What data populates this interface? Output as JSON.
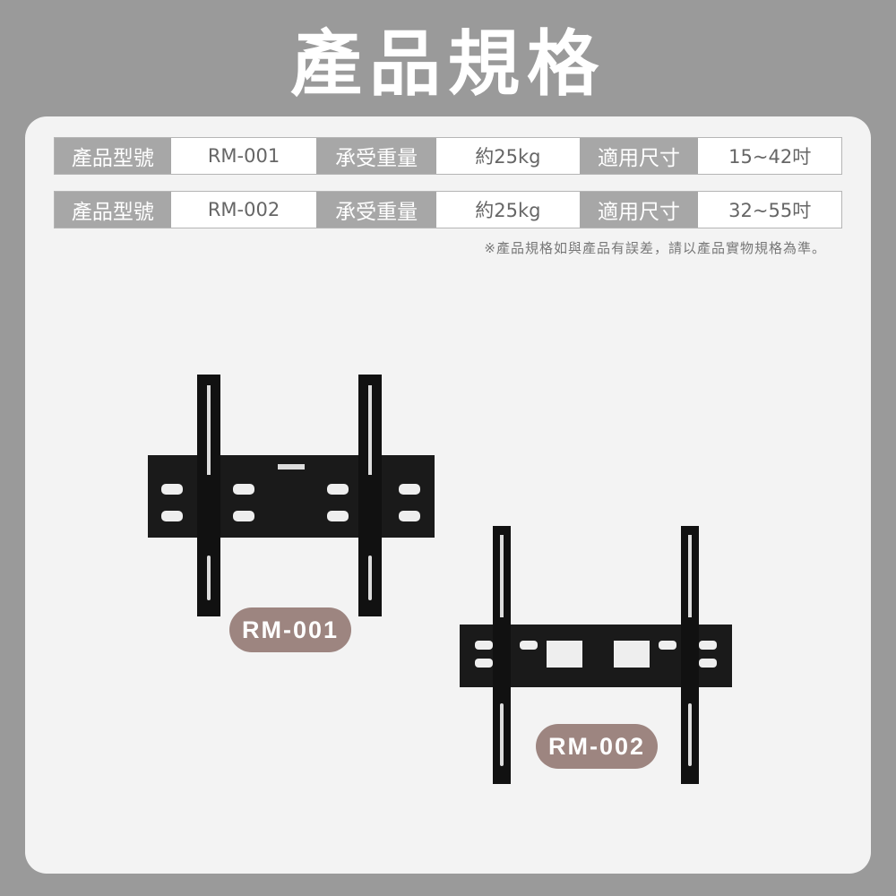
{
  "title": "產品規格",
  "specs": [
    {
      "model_label": "產品型號",
      "model": "RM-001",
      "load_label": "承受重量",
      "load": "約25kg",
      "size_label": "適用尺寸",
      "size": "15~42吋"
    },
    {
      "model_label": "產品型號",
      "model": "RM-002",
      "load_label": "承受重量",
      "load": "約25kg",
      "size_label": "適用尺寸",
      "size": "32~55吋"
    }
  ],
  "note": "※產品規格如與產品有誤差，請以產品實物規格為準。",
  "products": [
    {
      "badge": "RM-001"
    },
    {
      "badge": "RM-002"
    }
  ],
  "colors": {
    "background": "#9a9a9a",
    "label_cell": "#a7a7a7",
    "badge": "#9d8580"
  }
}
